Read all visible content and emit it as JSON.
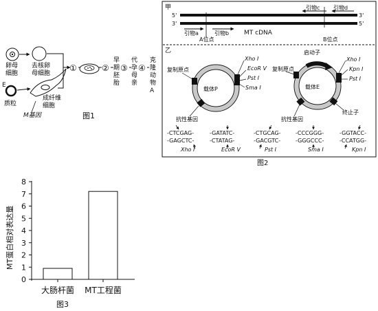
{
  "fig1": {
    "caption": "图1",
    "oocyte_label_1": "卵母",
    "oocyte_label_2": "细胞",
    "enucleated_label_1": "去核卵",
    "enucleated_label_2": "母细胞",
    "plasmid_E": "E",
    "plasmid_label": "质粒",
    "fibroblast_1": "成纤维",
    "fibroblast_2": "细胞",
    "gene_label": "M基因",
    "steps": [
      "①",
      "②",
      "③",
      "④"
    ],
    "early_embryo": [
      "早",
      "期",
      "胚",
      "胎"
    ],
    "surrogate": [
      "代",
      "孕",
      "母",
      "亲"
    ],
    "clone": [
      "克",
      "隆",
      "动",
      "物",
      "A"
    ]
  },
  "fig2": {
    "caption": "图2",
    "panel_a": "甲",
    "panel_b": "乙",
    "five_prime": "5'",
    "three_prime": "3'",
    "primer_a": "引物a",
    "primer_b": "引物b",
    "primer_c": "引物c",
    "primer_d": "引物d",
    "cdna_label": "MT cDNA",
    "site_a": "A位点",
    "site_b": "B位点",
    "vector_p": {
      "name": "载体P",
      "ori": "复制原点",
      "resistance": "抗性基因",
      "enzymes": [
        "Xho I",
        "EcoR V",
        "Pst I",
        "Sma I"
      ]
    },
    "vector_e": {
      "name": "载体E",
      "promoter": "启动子",
      "ori": "复制原点",
      "resistance": "抗性基因",
      "terminator": "终止子",
      "enzymes": [
        "Xho I",
        "Kpn I",
        "Pst I"
      ]
    },
    "sites": [
      {
        "top": "-CTCGAG-",
        "bottom": "-GAGCTC-",
        "enzyme": "Xho I"
      },
      {
        "top": "-GATATC-",
        "bottom": "-CTATAG-",
        "enzyme": "EcoR V"
      },
      {
        "top": "-CTGCAG-",
        "bottom": "-GACGTC-",
        "enzyme": "Pst I"
      },
      {
        "top": "-CCCGGG-",
        "bottom": "-GGGCCC-",
        "enzyme": "Sma I"
      },
      {
        "top": "-GGTACC-",
        "bottom": "-CCATGG-",
        "enzyme": "Kpn I"
      }
    ]
  },
  "fig3": {
    "caption": "图3",
    "ylabel": "MT蛋白相对表达量"
  },
  "chart_data": {
    "type": "bar",
    "categories": [
      "大肠杆菌",
      "MT工程菌"
    ],
    "values": [
      0.9,
      7.2
    ],
    "ylabel": "MT蛋白相对表达量",
    "ylim": [
      0,
      8
    ],
    "yticks": [
      0,
      1,
      2,
      3,
      4,
      5,
      6,
      7,
      8
    ],
    "grid": false
  }
}
